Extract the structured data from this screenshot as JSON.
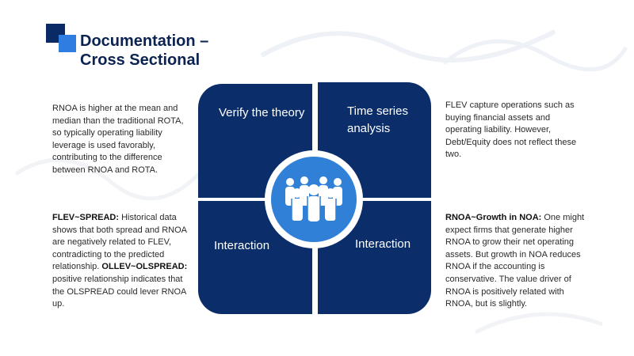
{
  "colors": {
    "navy": "#0b2e6b",
    "accent_blue": "#2f80d6",
    "title": "#0b2350"
  },
  "title": {
    "line1": "Documentation –",
    "line2": "Cross Sectional"
  },
  "left_top": {
    "text": "RNOA is higher at the mean and median than the traditional ROTA, so typically operating liability leverage is used favorably, contributing to the difference between RNOA and ROTA."
  },
  "left_bottom": {
    "term1": "FLEV~SPREAD:",
    "text1": " Historical data shows that both spread and RNOA are negatively related to FLEV, contradicting to the predicted relationship.",
    "term2": "OLLEV~OLSPREAD:",
    "text2": " positive relationship indicates that the OLSPREAD could lever RNOA up."
  },
  "right_top": {
    "text": "FLEV capture operations such as buying financial assets and operating liability. However, Debt/Equity does not reflect these two."
  },
  "right_bottom": {
    "term": "RNOA~Growth in NOA:",
    "text": " One might expect firms that generate higher RNOA to grow their net operating assets. But growth in NOA reduces RNOA if the accounting is conservative. The value driver of RNOA is positively related with RNOA, but is slightly."
  },
  "quadrants": {
    "top_left": "Verify the theory",
    "top_right": "Time series analysis",
    "bottom_left": "Interaction",
    "bottom_right": "Interaction"
  },
  "hub_icon": "group-of-people-icon"
}
